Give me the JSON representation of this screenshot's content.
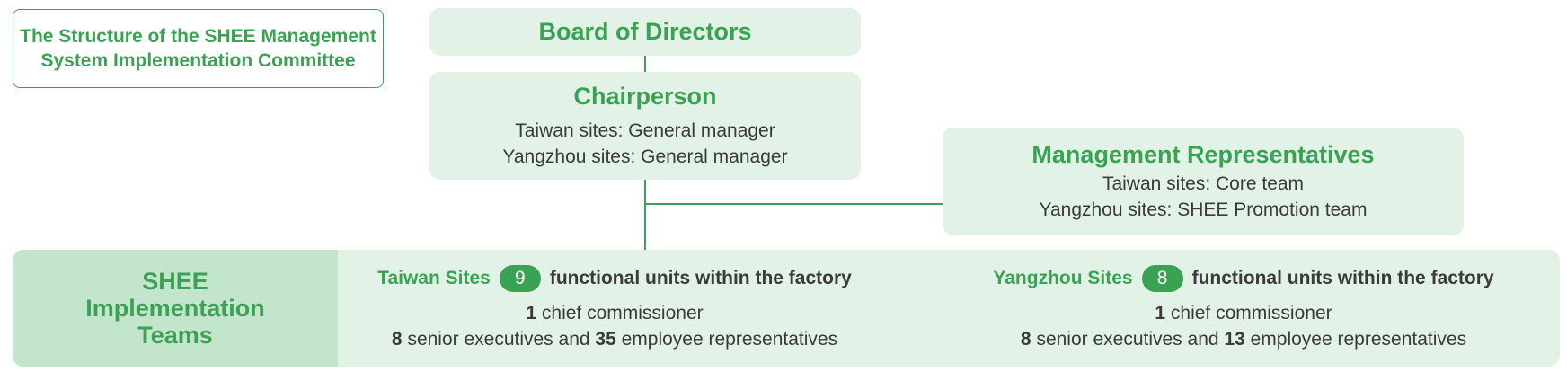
{
  "title": {
    "line1": "The Structure of the SHEE Management",
    "line2": "System Implementation Committee"
  },
  "board": {
    "label": "Board of Directors"
  },
  "chairperson": {
    "label": "Chairperson",
    "taiwan": "Taiwan sites: General manager",
    "yangzhou": "Yangzhou sites: General manager"
  },
  "management": {
    "label": "Management Representatives",
    "taiwan": "Taiwan sites: Core team",
    "yangzhou": "Yangzhou sites: SHEE Promotion team"
  },
  "teams": {
    "label_line1": "SHEE",
    "label_line2": "Implementation",
    "label_line3": "Teams",
    "taiwan": {
      "name": "Taiwan Sites",
      "units": "9",
      "units_text": "functional units within the factory",
      "chief_count": "1",
      "chief_text": "chief commissioner",
      "senior_count": "8",
      "senior_text": "senior executives and",
      "employee_count": "35",
      "employee_text": "employee representatives"
    },
    "yangzhou": {
      "name": "Yangzhou Sites",
      "units": "8",
      "units_text": "functional units within the factory",
      "chief_count": "1",
      "chief_text": "chief commissioner",
      "senior_count": "8",
      "senior_text": "senior executives and",
      "employee_count": "13",
      "employee_text": "employee representatives"
    }
  },
  "colors": {
    "accent": "#3aa353",
    "box_fill": "#e2f2e6",
    "label_fill": "#c2e5cc"
  }
}
